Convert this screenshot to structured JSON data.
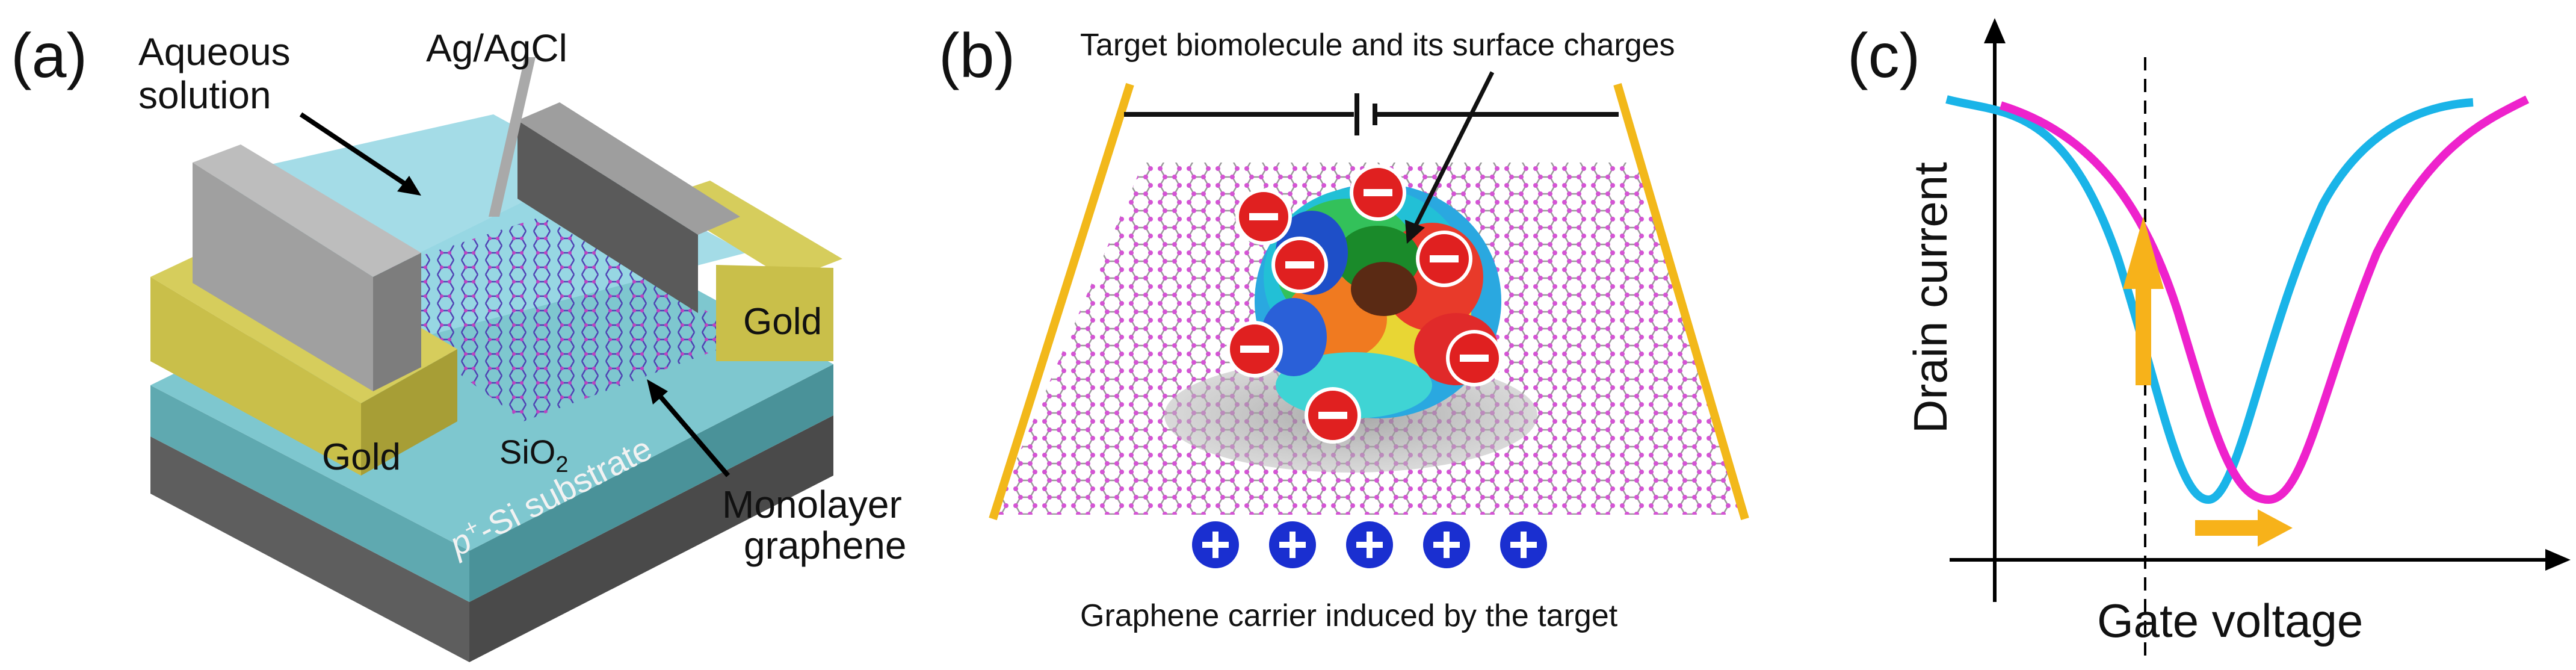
{
  "panels": {
    "a": {
      "label": "(a)",
      "aqueous_line1": "Aqueous",
      "aqueous_line2": "solution",
      "electrode": "Ag/AgCl",
      "gold_left": "Gold",
      "gold_right": "Gold",
      "oxide_base": "SiO",
      "oxide_sub": "2",
      "substrate_italic": "p",
      "substrate_sup": "+",
      "substrate_rest": "-Si substrate",
      "graphene_line1": "Monolayer",
      "graphene_line2": "graphene"
    },
    "b": {
      "label": "(b)",
      "target_label": "Target biomolecule and its surface charges",
      "carrier_label": "Graphene carrier induced by the target",
      "negative_charges": 7,
      "positive_charges": 5,
      "minus_symbol": "−",
      "plus_symbol": "+"
    },
    "c": {
      "label": "(c)",
      "ylabel": "Drain current",
      "xlabel": "Gate voltage"
    }
  },
  "colors": {
    "solution": "#9ad8e4",
    "gold": "#c9bf4a",
    "electrode": "#a9a9a9",
    "oxide": "#5fa9b0",
    "substrate": "#707070",
    "graphene": "#d455d4",
    "rail": "#f2b81a",
    "negative_charge": "#e02020",
    "positive_charge": "#1a2fd0",
    "curve_before": "#1ab4e8",
    "curve_after": "#ee22cc",
    "arrow": "#f7b21a"
  }
}
